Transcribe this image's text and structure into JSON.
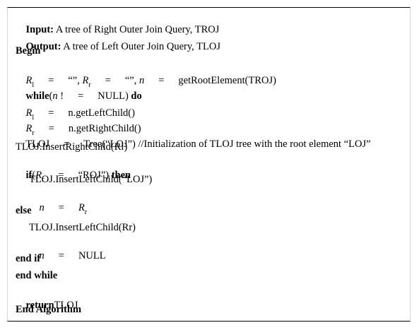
{
  "algorithm": {
    "input_label": "Input:",
    "input_text": " A tree of Right Outer Join Query, TROJ",
    "output_label": "Output:",
    "output_text": " A tree of Left Outer Join Query, TLOJ",
    "begin": "Begin",
    "line_init": {
      "var1": "R",
      "sub1": "l",
      "eq": "=",
      "val1": "“”, ",
      "var2": "R",
      "sub2": "r",
      "val2": "“”, ",
      "var3": "n",
      "val3": "getRootElement(TROJ)"
    },
    "line_while": {
      "kw": "while",
      "open": "(",
      "var": "n",
      "bang": " !",
      "eq": "=",
      "rest": "NULL) ",
      "kw2": "do"
    },
    "line_rl": {
      "var": "R",
      "sub": "l",
      "eq": "=",
      "val": "n.getLeftChild()"
    },
    "line_rr": {
      "var": "R",
      "sub": "r",
      "eq": "=",
      "val": "n.getRightChild()"
    },
    "line_tloj": {
      "lhs": "TLOJ",
      "eq": "=",
      "val": "Tree(“LOJ”) //Initialization of TLOJ tree with the root element “LOJ”"
    },
    "line_insert_right": "TLOJ.InsertRightChild(Rl)",
    "line_if": {
      "kw": "if",
      "open": "(",
      "var": "R",
      "sub": "r",
      "eq": "=",
      "val": "“ROJ”) ",
      "kw2": "then"
    },
    "line_insert_left_loj": "TLOJ.InsertLeftChild(“LOJ”)",
    "line_n_rr": {
      "var": "n",
      "eq": "=",
      "var2": "R",
      "sub2": "r"
    },
    "else": "else",
    "line_insert_left_rr": "TLOJ.InsertLeftChild(Rr)",
    "line_n_null": {
      "var": "n",
      "eq": "=",
      "val": "NULL"
    },
    "end_if": "end if",
    "end_while": "end while",
    "return_kw": "return",
    "return_val": "TLOJ",
    "end_algorithm": "End Algorithm"
  }
}
